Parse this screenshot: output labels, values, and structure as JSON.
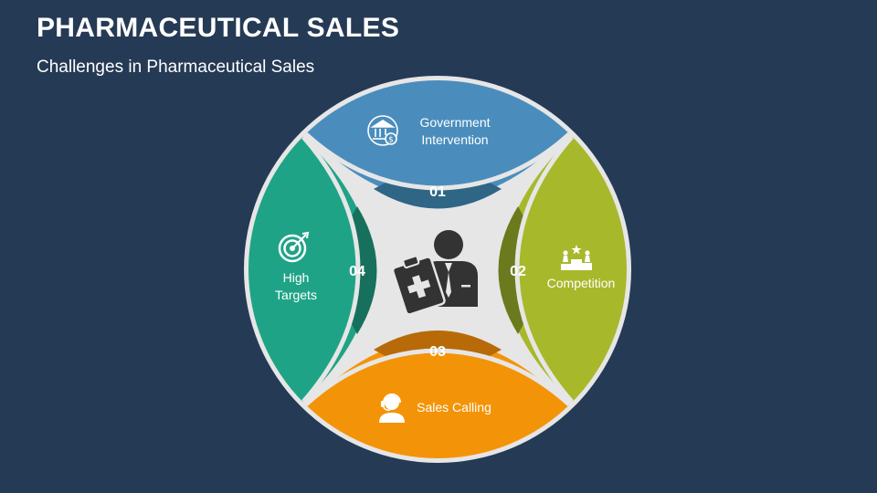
{
  "slide": {
    "title": "PHARMACEUTICAL SALES",
    "subtitle": "Challenges in Pharmaceutical Sales"
  },
  "segments": [
    {
      "number": "01",
      "line1": "Government",
      "line2": "Intervention",
      "icon": "bank-money-icon",
      "color": "#4a8dbd",
      "dark": "#2f6685"
    },
    {
      "number": "02",
      "line1": "Competition",
      "line2": "",
      "icon": "podium-competition-icon",
      "color": "#a8b82b",
      "dark": "#6b7a1c"
    },
    {
      "number": "03",
      "line1": "Sales Calling",
      "line2": "",
      "icon": "headset-agent-icon",
      "color": "#f39408",
      "dark": "#b86a08"
    },
    {
      "number": "04",
      "line1": "High",
      "line2": "Targets",
      "icon": "target-icon",
      "color": "#1fa386",
      "dark": "#16705c"
    }
  ],
  "center": {
    "icon": "pharma-sales-rep-icon"
  }
}
